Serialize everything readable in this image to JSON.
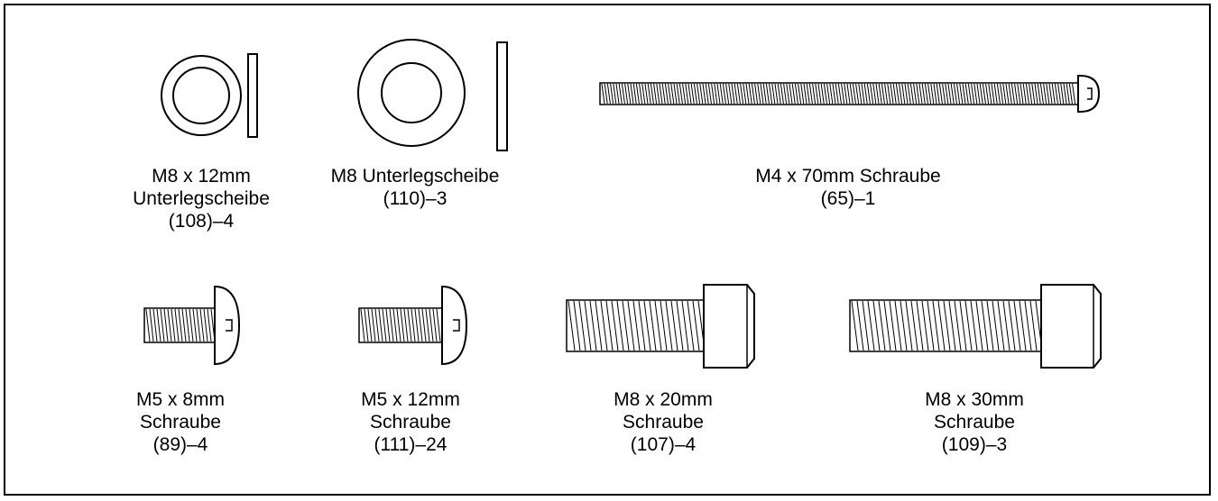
{
  "parts": [
    {
      "id": "washer-108",
      "lines": [
        "M8 x 12mm",
        "Unterlegscheibe",
        "(108)–4"
      ]
    },
    {
      "id": "washer-110",
      "lines": [
        "M8 Unterlegscheibe",
        "(110)–3"
      ]
    },
    {
      "id": "bolt-65",
      "lines": [
        "M4 x 70mm Schraube",
        "(65)–1"
      ]
    },
    {
      "id": "bolt-89",
      "lines": [
        "M5 x 8mm",
        "Schraube",
        "(89)–4"
      ]
    },
    {
      "id": "bolt-111",
      "lines": [
        "M5 x 12mm",
        "Schraube",
        "(111)–24"
      ]
    },
    {
      "id": "bolt-107",
      "lines": [
        "M8 x 20mm",
        "Schraube",
        "(107)–4"
      ]
    },
    {
      "id": "bolt-109",
      "lines": [
        "M8 x 30mm",
        "Schraube",
        "(109)–3"
      ]
    }
  ],
  "colors": {
    "line": "#000000",
    "background": "#ffffff"
  }
}
